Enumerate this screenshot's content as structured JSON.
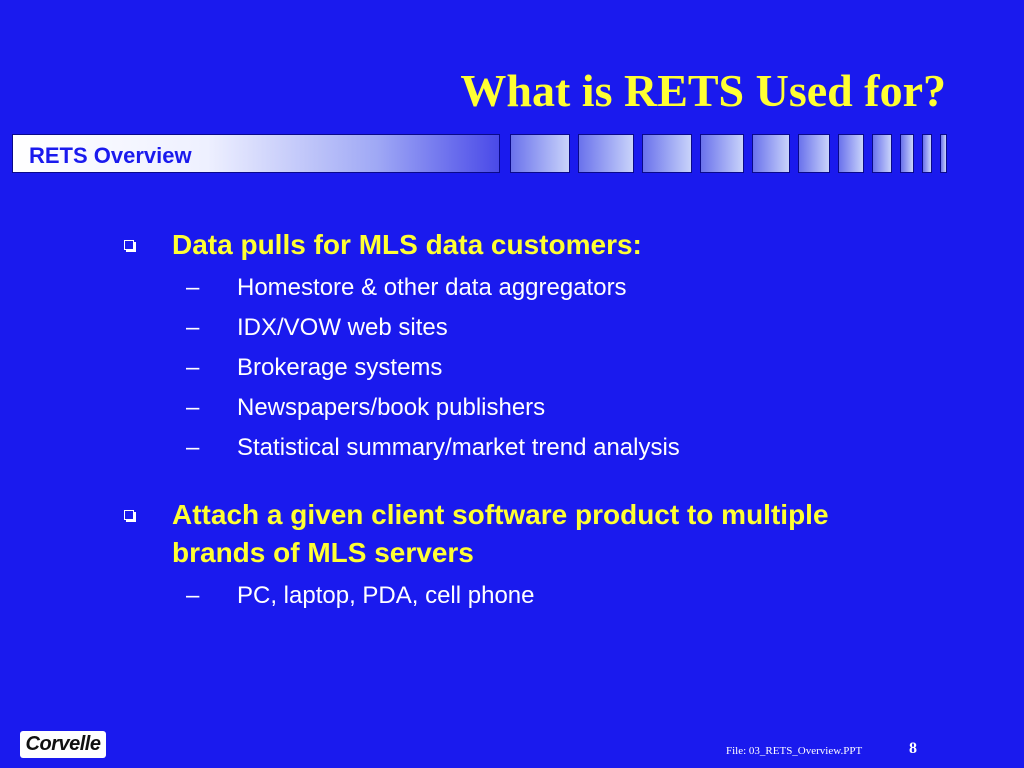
{
  "slide": {
    "title": "What is RETS Used for?",
    "band_label": "RETS Overview",
    "bullets": [
      {
        "text": "Data pulls for MLS data customers:",
        "sub": [
          "Homestore & other data aggregators",
          "IDX/VOW web sites",
          "Brokerage systems",
          "Newspapers/book publishers",
          "Statistical summary/market trend analysis"
        ]
      },
      {
        "text": "Attach a given client software product to multiple brands of MLS servers",
        "sub": [
          "PC, laptop, PDA, cell phone"
        ]
      }
    ],
    "dash": "–"
  },
  "footer": {
    "logo_text": "Corvelle",
    "file": "File: 03_RETS_Overview.PPT",
    "page": "8"
  },
  "colors": {
    "background": "#1a1aee",
    "title": "#ffff33",
    "level1_text": "#ffff33",
    "level2_text": "#ffffff",
    "band_text": "#1a1aee"
  }
}
